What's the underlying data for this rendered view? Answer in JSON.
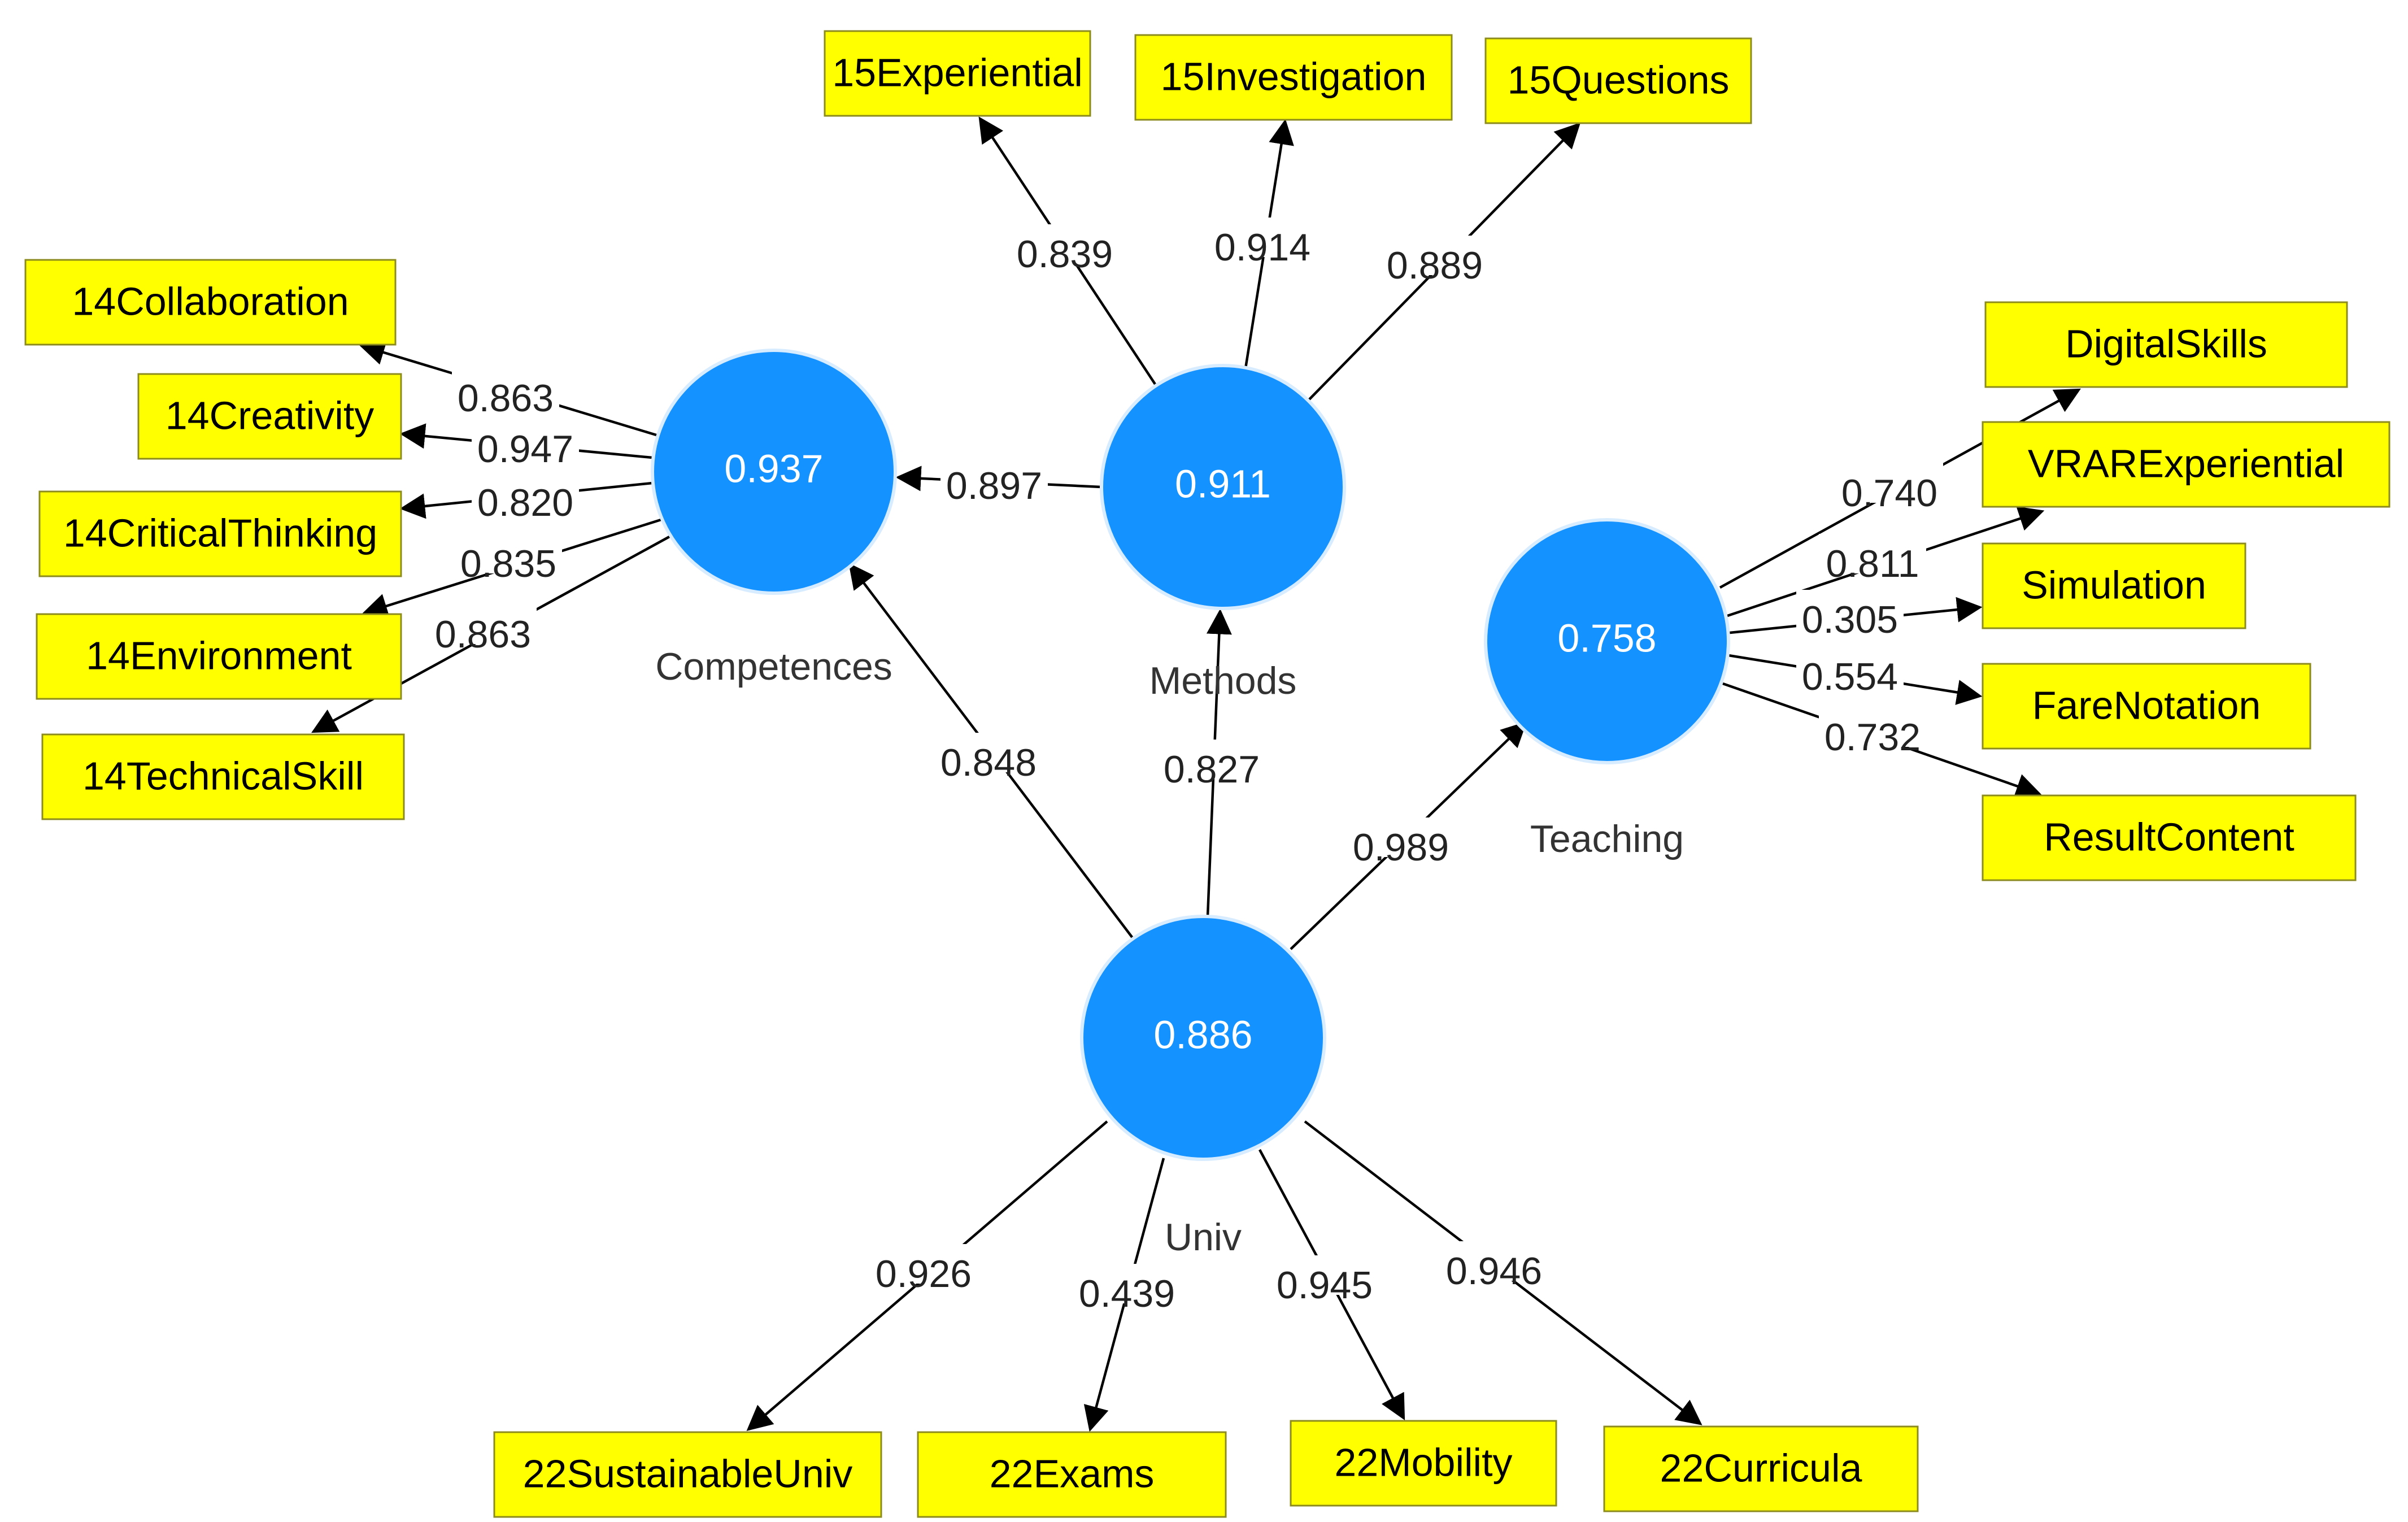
{
  "colors": {
    "node_fill": "#1492ff",
    "indicator_fill": "#ffff00",
    "edge": "#000000"
  },
  "constructs": [
    {
      "id": "competences",
      "label": "Competences",
      "value": "0.937"
    },
    {
      "id": "methods",
      "label": "Methods",
      "value": "0.911"
    },
    {
      "id": "teaching",
      "label": "Teaching",
      "value": "0.758"
    },
    {
      "id": "univ",
      "label": "Univ",
      "value": "0.886"
    }
  ],
  "indicators": [
    {
      "id": "exp15",
      "text": "15Experiential"
    },
    {
      "id": "inv15",
      "text": "15Investigation"
    },
    {
      "id": "que15",
      "text": "15Questions"
    },
    {
      "id": "col14",
      "text": "14Collaboration"
    },
    {
      "id": "cre14",
      "text": "14Creativity"
    },
    {
      "id": "cri14",
      "text": "14CriticalThinking"
    },
    {
      "id": "env14",
      "text": "14Environment"
    },
    {
      "id": "tec14",
      "text": "14TechnicalSkill"
    },
    {
      "id": "dig",
      "text": "DigitalSkills"
    },
    {
      "id": "vrar",
      "text": "VRARExperiential"
    },
    {
      "id": "sim",
      "text": "Simulation"
    },
    {
      "id": "fare",
      "text": "FareNotation"
    },
    {
      "id": "res",
      "text": "ResultContent"
    },
    {
      "id": "sus22",
      "text": "22SustainableUniv"
    },
    {
      "id": "exa22",
      "text": "22Exams"
    },
    {
      "id": "mob22",
      "text": "22Mobility"
    },
    {
      "id": "cur22",
      "text": "22Curricula"
    }
  ],
  "paths": [
    {
      "from": "methods",
      "to": "exp15",
      "value": "0.839"
    },
    {
      "from": "methods",
      "to": "inv15",
      "value": "0.914"
    },
    {
      "from": "methods",
      "to": "que15",
      "value": "0.889"
    },
    {
      "from": "methods",
      "to": "competences",
      "value": "0.897"
    },
    {
      "from": "competences",
      "to": "col14",
      "value": "0.863"
    },
    {
      "from": "competences",
      "to": "cre14",
      "value": "0.947"
    },
    {
      "from": "competences",
      "to": "cri14",
      "value": "0.820"
    },
    {
      "from": "competences",
      "to": "env14",
      "value": "0.835"
    },
    {
      "from": "competences",
      "to": "tec14",
      "value": "0.863"
    },
    {
      "from": "teaching",
      "to": "dig",
      "value": "0.740"
    },
    {
      "from": "teaching",
      "to": "vrar",
      "value": "0.811"
    },
    {
      "from": "teaching",
      "to": "sim",
      "value": "0.305"
    },
    {
      "from": "teaching",
      "to": "fare",
      "value": "0.554"
    },
    {
      "from": "teaching",
      "to": "res",
      "value": "0.732"
    },
    {
      "from": "univ",
      "to": "competences",
      "value": "0.848"
    },
    {
      "from": "univ",
      "to": "methods",
      "value": "0.827"
    },
    {
      "from": "univ",
      "to": "teaching",
      "value": "0.989"
    },
    {
      "from": "univ",
      "to": "sus22",
      "value": "0.926"
    },
    {
      "from": "univ",
      "to": "exa22",
      "value": "0.439"
    },
    {
      "from": "univ",
      "to": "mob22",
      "value": "0.945"
    },
    {
      "from": "univ",
      "to": "cur22",
      "value": "0.946"
    }
  ]
}
